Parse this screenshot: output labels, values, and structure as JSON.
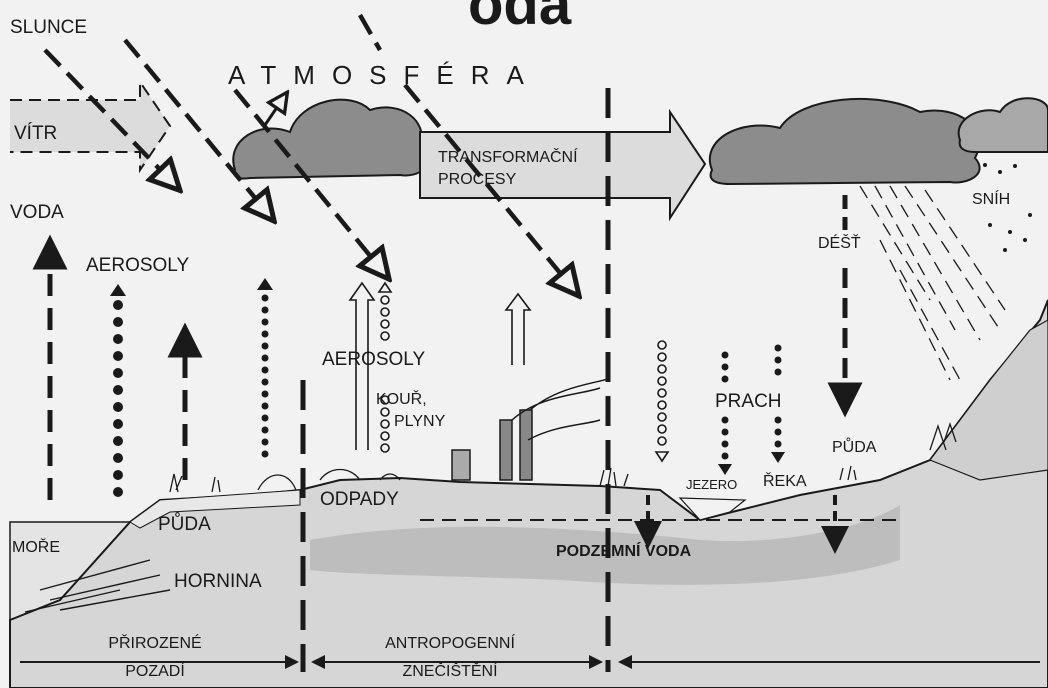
{
  "title_fragment": "oda",
  "labels": {
    "slunce": "SLUNCE",
    "atmosfera": "ATMOSFÉRA",
    "vitr": "VÍTR",
    "voda": "VODA",
    "aerosoly_left": "AEROSOLY",
    "aerosoly_mid": "AEROSOLY",
    "transformacni": "TRANSFORMAČNÍ",
    "procesy": "PROCESY",
    "snih": "SNÍH",
    "dest": "DÉŠŤ",
    "kour": "KOUŘ,",
    "plyny": "PLYNY",
    "prach": "PRACH",
    "puda_right": "PŮDA",
    "jezero": "JEZERO",
    "reka": "ŘEKA",
    "odpady": "ODPADY",
    "more": "MOŘE",
    "puda_left": "PŮDA",
    "hornina": "HORNINA",
    "podzemni_voda": "PODZEMNÍ VODA",
    "prirozene": "PŘIROZENÉ",
    "pozadi": "POZADÍ",
    "antropogenni": "ANTROPOGENNÍ",
    "znecisteni": "ZNEČIŠTĚNÍ"
  },
  "colors": {
    "background": "#f2f2f2",
    "line": "#1a1a1a",
    "cloud": "#8c8c8c",
    "ground": "#d6d6d6",
    "groundwater": "#bdbdbd",
    "sea": "#e4e4e4",
    "arrow_fill": "#dcdcdc"
  }
}
